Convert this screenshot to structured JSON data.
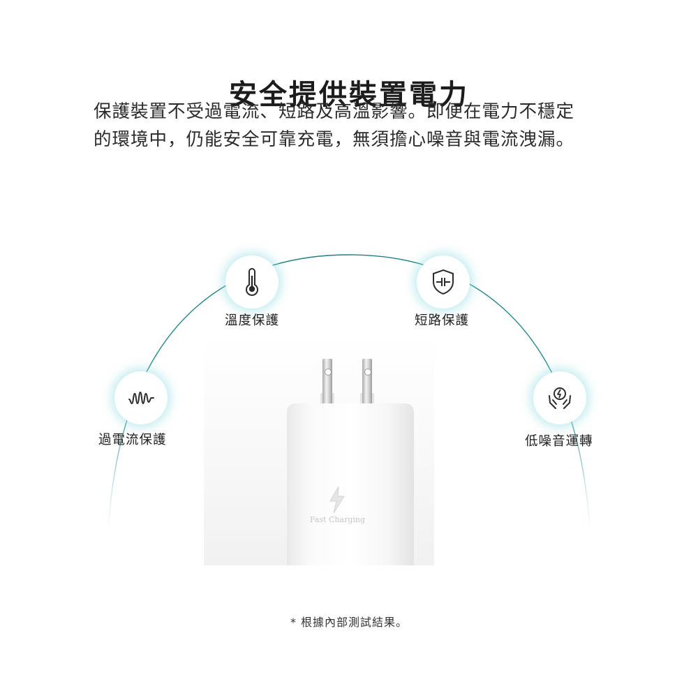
{
  "header": {
    "title": "安全提供裝置電力",
    "description_line1": "保護裝置不受過電流、短路及高溫影響。即便在電力不穩定",
    "description_line2": "的環境中，仍能安全可靠充電，無須擔心噪音與電流洩漏。"
  },
  "features": [
    {
      "label": "過電流保護",
      "icon": "waveform-icon"
    },
    {
      "label": "溫度保護",
      "icon": "thermometer-icon"
    },
    {
      "label": "短路保護",
      "icon": "shield-circuit-icon"
    },
    {
      "label": "低噪音運轉",
      "icon": "hands-bolt-icon"
    }
  ],
  "product": {
    "name": "charger",
    "print_text": "Fast Charging"
  },
  "footnote": "* 根據內部測試結果。",
  "colors": {
    "arc": "#2a8a8a",
    "icon": "#2b2b2b",
    "glow": "#9fdde2"
  }
}
